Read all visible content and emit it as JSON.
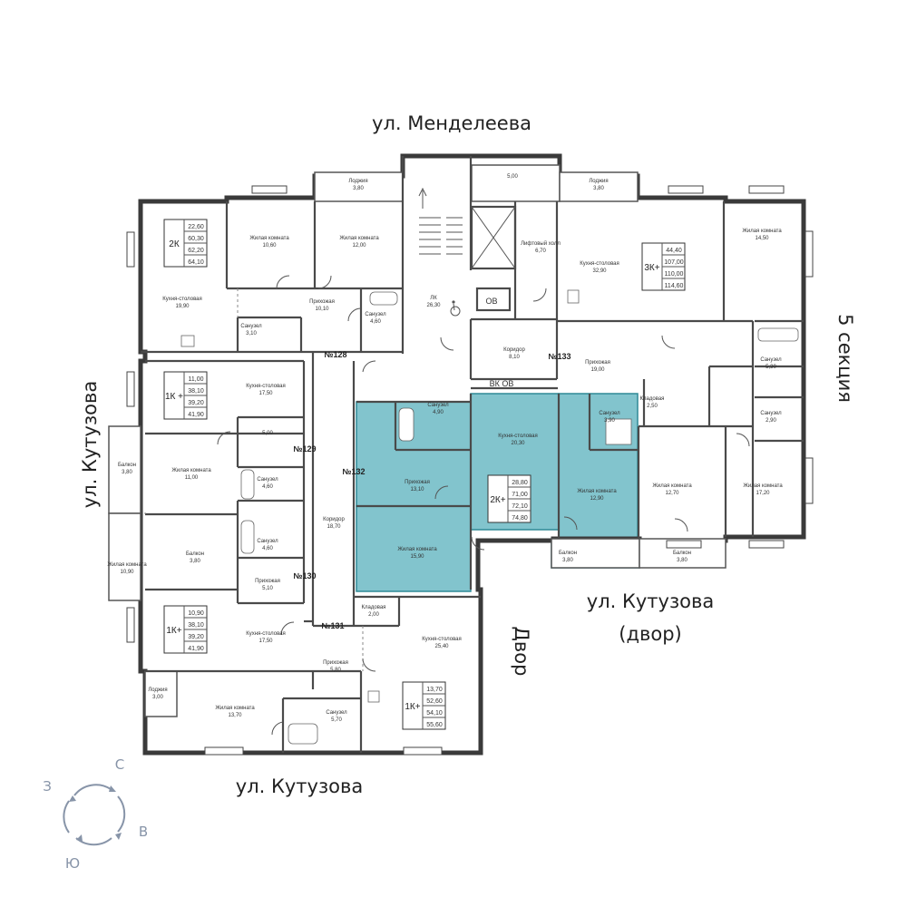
{
  "streets": {
    "top": "ул. Менделеева",
    "left": "ул. Кутузова",
    "bottom": "ул. Кутузова",
    "right_yard_1": "ул. Кутузова",
    "right_yard_2": "(двор)",
    "section": "5 секция",
    "dvor": "Двор"
  },
  "compass": {
    "n": "С",
    "e": "В",
    "s": "Ю",
    "w": "З"
  },
  "apartment_numbers": [
    "№128",
    "№129",
    "№130",
    "№131",
    "№132",
    "№133"
  ],
  "service_labels": {
    "ov1": "ОВ",
    "vk_ov": "ВК  ОВ"
  },
  "apartments": [
    {
      "type": "2К",
      "areas": [
        "22,60",
        "60,30",
        "62,20",
        "64,10"
      ]
    },
    {
      "type": "3К+",
      "areas": [
        "44,40",
        "107,00",
        "110,00",
        "114,60"
      ]
    },
    {
      "type": "1К +",
      "areas": [
        "11,00",
        "38,10",
        "39,20",
        "41,90"
      ]
    },
    {
      "type": "2К+",
      "areas": [
        "28,80",
        "71,00",
        "72,10",
        "74,80"
      ]
    },
    {
      "type": "1К+",
      "areas": [
        "10,90",
        "38,10",
        "39,20",
        "41,90"
      ]
    },
    {
      "type": "1К+",
      "areas": [
        "13,70",
        "52,60",
        "54,10",
        "55,60"
      ]
    }
  ],
  "rooms": [
    {
      "name": "Лоджия",
      "area": "3,80"
    },
    {
      "name": "",
      "area": "5,00"
    },
    {
      "name": "Лоджия",
      "area": "3,80"
    },
    {
      "name": "Жилая комната",
      "area": "10,60"
    },
    {
      "name": "Жилая комната",
      "area": "12,00"
    },
    {
      "name": "Лифтовый холл",
      "area": "6,70"
    },
    {
      "name": "Кухня-столовая",
      "area": "32,90"
    },
    {
      "name": "Жилая комната",
      "area": "14,50"
    },
    {
      "name": "Кухня-столовая",
      "area": "19,90"
    },
    {
      "name": "Прихожая",
      "area": "10,10"
    },
    {
      "name": "Санузел",
      "area": "4,60"
    },
    {
      "name": "Санузел",
      "area": "3,10"
    },
    {
      "name": "ЛК",
      "area": "26,30"
    },
    {
      "name": "Коридор",
      "area": "8,10"
    },
    {
      "name": "Прихожая",
      "area": "19,00"
    },
    {
      "name": "Санузел",
      "area": "5,30"
    },
    {
      "name": "Кухня-столовая",
      "area": "17,50"
    },
    {
      "name": "Санузел",
      "area": "4,90"
    },
    {
      "name": "Кухня-столовая",
      "area": "20,30"
    },
    {
      "name": "Кладовая",
      "area": "2,50"
    },
    {
      "name": "Санузел",
      "area": "3,90"
    },
    {
      "name": "Санузел",
      "area": "2,90"
    },
    {
      "name": "",
      "area": "5,00"
    },
    {
      "name": "Балкон",
      "area": "3,80"
    },
    {
      "name": "Жилая комната",
      "area": "11,00"
    },
    {
      "name": "Прихожая",
      "area": "13,10"
    },
    {
      "name": "Жилая комната",
      "area": "12,90"
    },
    {
      "name": "Жилая комната",
      "area": "12,70"
    },
    {
      "name": "Жилая комната",
      "area": "17,20"
    },
    {
      "name": "Санузел",
      "area": "4,60"
    },
    {
      "name": "Коридор",
      "area": "18,70"
    },
    {
      "name": "Санузел",
      "area": "4,60"
    },
    {
      "name": "Жилая комната",
      "area": "15,90"
    },
    {
      "name": "Балкон",
      "area": "3,80"
    },
    {
      "name": "Балкон",
      "area": "3,80"
    },
    {
      "name": "Жилая комната",
      "area": "10,90"
    },
    {
      "name": "Балкон",
      "area": "3,80"
    },
    {
      "name": "Прихожая",
      "area": "5,10"
    },
    {
      "name": "Кладовая",
      "area": "2,00"
    },
    {
      "name": "Кухня-столовая",
      "area": "17,50"
    },
    {
      "name": "Кухня-столовая",
      "area": "25,40"
    },
    {
      "name": "Прихожая",
      "area": "5,80"
    },
    {
      "name": "Лоджия",
      "area": "3,00"
    },
    {
      "name": "Жилая комната",
      "area": "13,70"
    },
    {
      "name": "Санузел",
      "area": "5,70"
    }
  ]
}
